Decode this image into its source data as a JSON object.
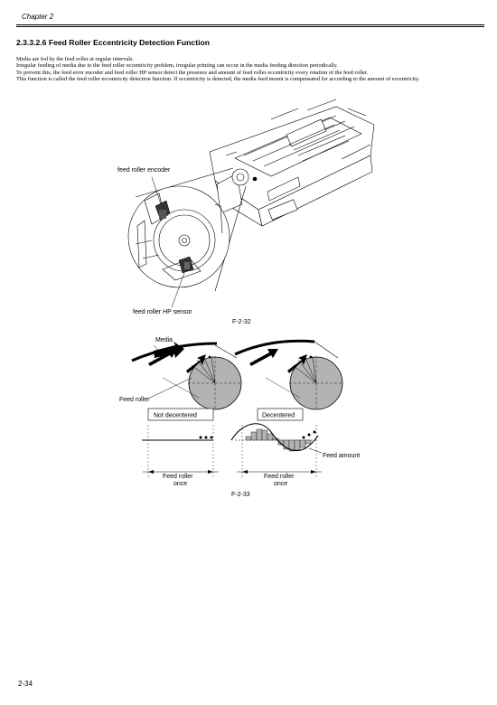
{
  "header": {
    "chapter": "Chapter 2"
  },
  "section": {
    "title": "2.3.3.2.6 Feed Roller Eccentricity Detection Function"
  },
  "body": {
    "paragraphs": [
      "Media are fed by the feed roller at regular intervals.",
      "Irregular feeding of media due to the feed roller eccentricity problem, irregular printing can occur in the media feeding direction periodically.",
      "To prevent this, the feed error encoder and feed roller HP sensor detect the presence and amount of feed roller eccentricity every rotation of the feed roller.",
      "This function is called the feed roller eccentricity detection function. If eccentricity is detected, the media feed mount is compensated for according to the amount of eccentricity."
    ]
  },
  "figure1": {
    "label_encoder": "feed roller encoder",
    "label_sensor": "feed roller HP sensor",
    "caption": "F-2-32"
  },
  "figure2": {
    "label_media": "Media",
    "label_feed_roller": "Feed roller",
    "box_not_decentered": "Not decentered",
    "box_decentered": "Decentered",
    "label_feed_amount": "Feed amount",
    "label_once_left_1": "Feed roller",
    "label_once_left_2": "once",
    "label_once_right_1": "Feed roller",
    "label_once_right_2": "once",
    "caption": "F-2-33"
  },
  "footer": {
    "page_number": "2-34"
  }
}
